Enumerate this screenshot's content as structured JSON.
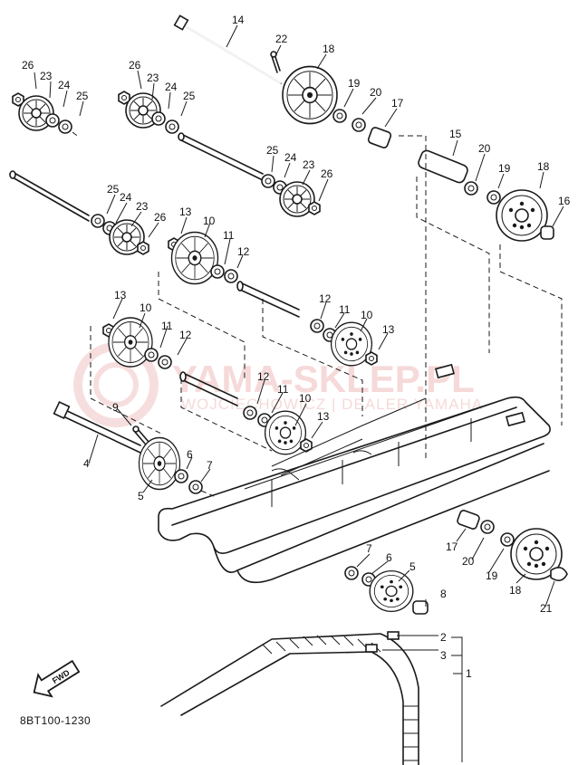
{
  "watermark": {
    "title": "YAMA-SKLEP.PL",
    "subtitle": "WOJCIECHOWICZ | DEALER YAMAHA",
    "color": "#e07a7a"
  },
  "diagram_code": "8BT100-1230",
  "fwd_label": "FWD",
  "callouts": [
    {
      "id": "c14a",
      "text": "14"
    },
    {
      "id": "c22",
      "text": "22"
    },
    {
      "id": "c18a",
      "text": "18"
    },
    {
      "id": "c26a",
      "text": "26"
    },
    {
      "id": "c23a",
      "text": "23"
    },
    {
      "id": "c24a",
      "text": "24"
    },
    {
      "id": "c25a",
      "text": "25"
    },
    {
      "id": "c26b",
      "text": "26"
    },
    {
      "id": "c23b",
      "text": "23"
    },
    {
      "id": "c24b",
      "text": "24"
    },
    {
      "id": "c25b",
      "text": "25"
    },
    {
      "id": "c19a",
      "text": "19"
    },
    {
      "id": "c20a",
      "text": "20"
    },
    {
      "id": "c17a",
      "text": "17"
    },
    {
      "id": "c25c",
      "text": "25"
    },
    {
      "id": "c24c",
      "text": "24"
    },
    {
      "id": "c23c",
      "text": "23"
    },
    {
      "id": "c26c",
      "text": "26"
    },
    {
      "id": "c15",
      "text": "15"
    },
    {
      "id": "c20b",
      "text": "20"
    },
    {
      "id": "c19b",
      "text": "19"
    },
    {
      "id": "c18b",
      "text": "18"
    },
    {
      "id": "c16",
      "text": "16"
    },
    {
      "id": "c25d",
      "text": "25"
    },
    {
      "id": "c24d",
      "text": "24"
    },
    {
      "id": "c23d",
      "text": "23"
    },
    {
      "id": "c26d",
      "text": "26"
    },
    {
      "id": "c13a",
      "text": "13"
    },
    {
      "id": "c10a",
      "text": "10"
    },
    {
      "id": "c11a",
      "text": "11"
    },
    {
      "id": "c12a",
      "text": "12"
    },
    {
      "id": "c12b",
      "text": "12"
    },
    {
      "id": "c11b",
      "text": "11"
    },
    {
      "id": "c10b",
      "text": "10"
    },
    {
      "id": "c13b",
      "text": "13"
    },
    {
      "id": "c13c",
      "text": "13"
    },
    {
      "id": "c10c",
      "text": "10"
    },
    {
      "id": "c11c",
      "text": "11"
    },
    {
      "id": "c12c",
      "text": "12"
    },
    {
      "id": "c12d",
      "text": "12"
    },
    {
      "id": "c11d",
      "text": "11"
    },
    {
      "id": "c10d",
      "text": "10"
    },
    {
      "id": "c13d",
      "text": "13"
    },
    {
      "id": "c9",
      "text": "9"
    },
    {
      "id": "c4",
      "text": "4"
    },
    {
      "id": "c6a",
      "text": "6"
    },
    {
      "id": "c7a",
      "text": "7"
    },
    {
      "id": "c5a",
      "text": "5"
    },
    {
      "id": "c17b",
      "text": "17"
    },
    {
      "id": "c20c",
      "text": "20"
    },
    {
      "id": "c19c",
      "text": "19"
    },
    {
      "id": "c18c",
      "text": "18"
    },
    {
      "id": "c21",
      "text": "21"
    },
    {
      "id": "c7b",
      "text": "7"
    },
    {
      "id": "c6b",
      "text": "6"
    },
    {
      "id": "c5b",
      "text": "5"
    },
    {
      "id": "c8",
      "text": "8"
    },
    {
      "id": "c2",
      "text": "2"
    },
    {
      "id": "c3",
      "text": "3"
    },
    {
      "id": "c1",
      "text": "1"
    }
  ]
}
